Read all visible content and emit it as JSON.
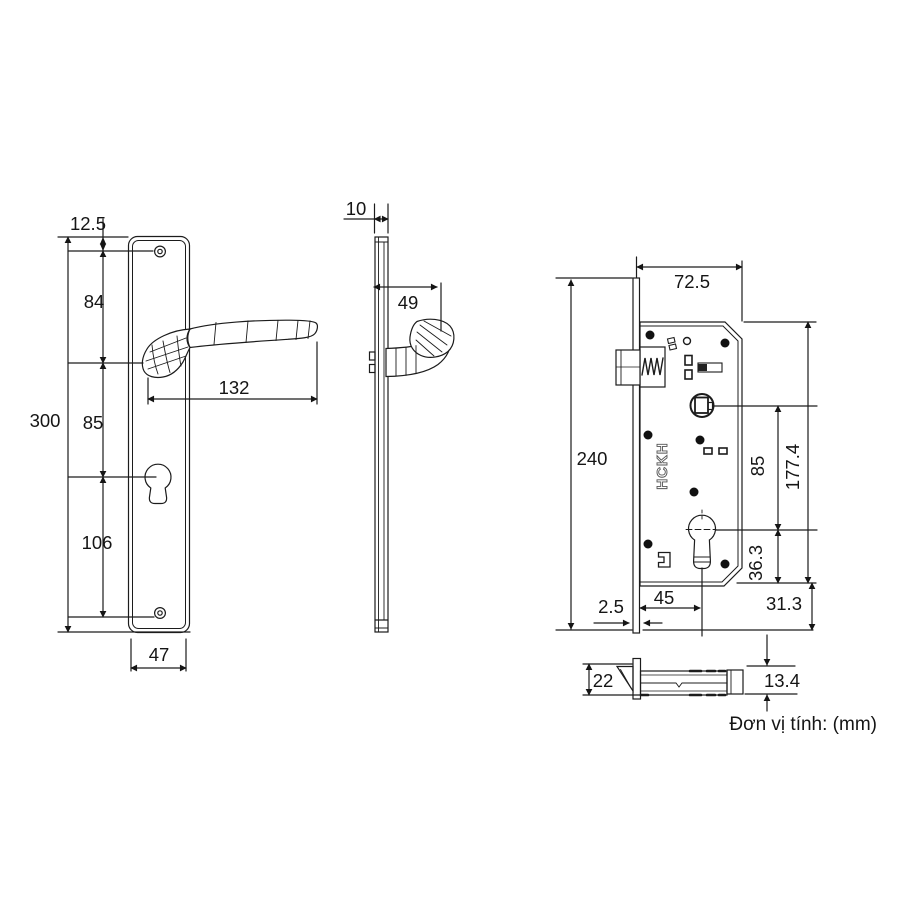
{
  "unit_note": "Đơn vị tính: (mm)",
  "brand_logo": "HCKH",
  "front_view": {
    "dims": {
      "top_offset": "12.5",
      "screw_to_handle": "84",
      "total_height": "300",
      "handle_to_keyhole": "85",
      "keyhole_to_screw": "106",
      "handle_length": "132",
      "plate_width": "47"
    }
  },
  "side_view": {
    "dims": {
      "plate_thickness": "10",
      "handle_depth": "49"
    }
  },
  "lock_view": {
    "dims": {
      "body_width": "72.5",
      "faceplate_height": "240",
      "hub_to_keyhole": "85",
      "body_height": "177.4",
      "keyhole_to_bottom": "36.3",
      "faceplate_thickness": "2.5",
      "backset": "45",
      "bottom_offset": "31.3"
    }
  },
  "latch_view": {
    "dims": {
      "faceplate_width": "22",
      "bolt_height": "13.4"
    }
  }
}
